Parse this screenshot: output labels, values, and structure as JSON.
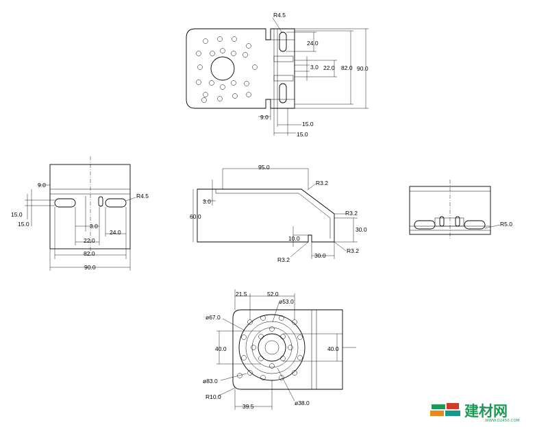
{
  "top_view": {
    "dims": {
      "r_slot": "R4.5",
      "slot_len": "24.0",
      "slot_offset": "3.0",
      "slot_span": "22.0",
      "outer_slot": "82.0",
      "height": "90.0",
      "flange": "9.0",
      "w1": "15.0",
      "w2": "15.0"
    }
  },
  "left_view": {
    "dims": {
      "d9": "9.0",
      "d15a": "15.0",
      "d15b": "15.0",
      "r": "R4.5",
      "d3": "3.0",
      "d22": "22.0",
      "d24": "24.0",
      "d82": "82.0",
      "d90": "90.0"
    }
  },
  "profile_view": {
    "dims": {
      "top": "95.0",
      "r1": "R3.2",
      "left_step": "3.0",
      "height": "60.0",
      "r2": "R3.2",
      "right_h": "30.0",
      "notch": "10.0",
      "r3": "R3.2",
      "r4": "R3.2",
      "bottom": "30.0"
    }
  },
  "right_view": {
    "dims": {
      "r": "R5.0"
    }
  },
  "bottom_view": {
    "dims": {
      "d21": "21.5",
      "d52": "52.0",
      "phi53": "ø53.0",
      "phi67": "ø67.0",
      "d40a": "40.0",
      "d40b": "40.0",
      "phi83": "ø83.0",
      "r10": "R10.0",
      "d39": "39.5",
      "phi38": "ø38.0"
    }
  },
  "watermark": {
    "brand": "建材网",
    "url": "WWW.O2450.COM",
    "colors": {
      "green": "#1a9a54",
      "red": "#d23a2a",
      "orange": "#e88a1a",
      "teal": "#159a8a"
    }
  }
}
